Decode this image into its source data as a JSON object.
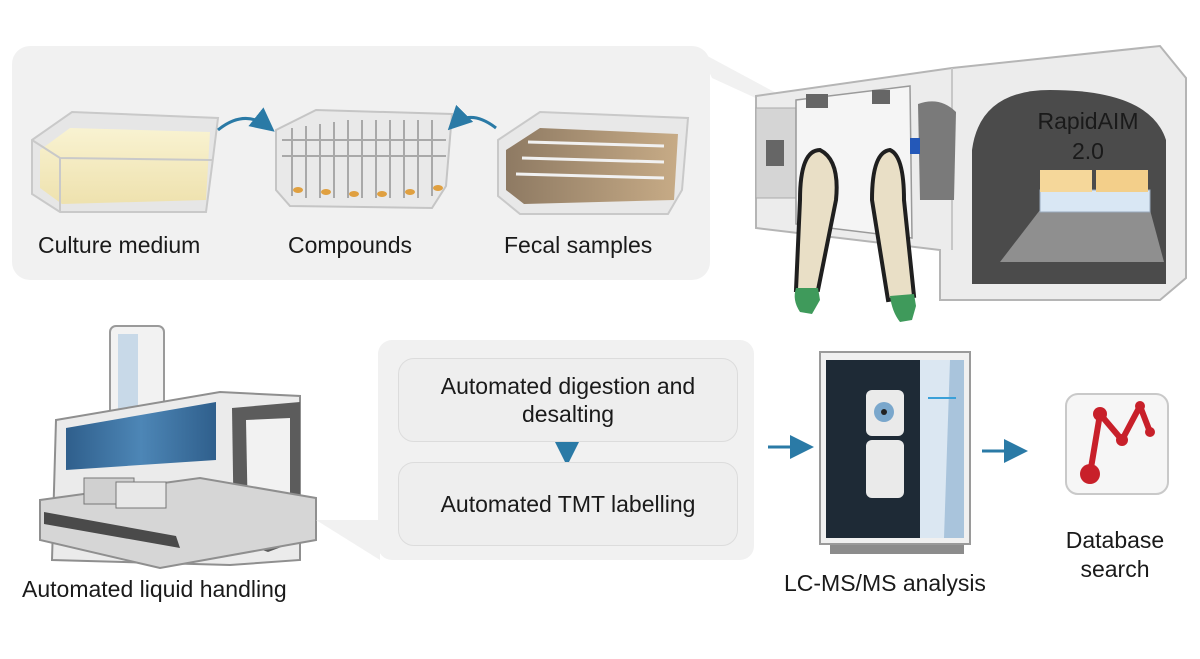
{
  "samples": {
    "culture_medium": "Culture medium",
    "compounds": "Compounds",
    "fecal_samples": "Fecal samples"
  },
  "device": {
    "name_line1": "RapidAIM",
    "name_line2": "2.0"
  },
  "processing": {
    "liquid_handling": "Automated liquid handling",
    "step1_line1": "Automated digestion and",
    "step1_line2": "desalting",
    "step2": "Automated TMT labelling"
  },
  "analysis": {
    "lcms": "LC-MS/MS analysis",
    "search_line1": "Database",
    "search_line2": "search"
  },
  "colors": {
    "arrow": "#2a7aa6",
    "panel": "#f1f1f1",
    "box": "#eeeeee",
    "glove_green": "#3f9a5b",
    "sleeve": "#e9dfc6"
  }
}
